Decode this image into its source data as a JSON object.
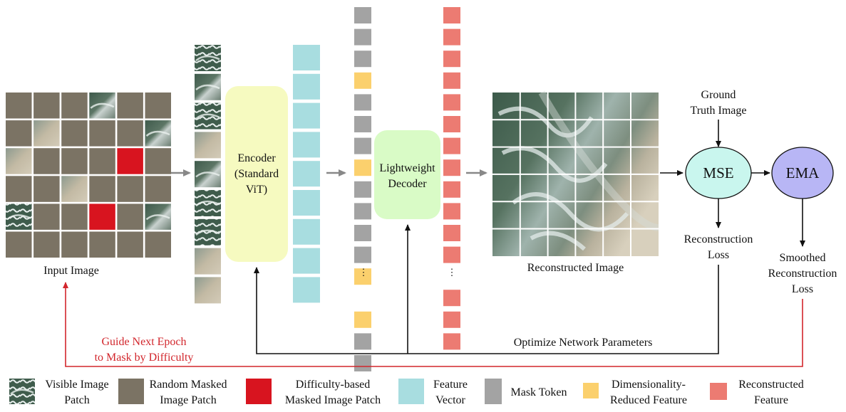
{
  "labels": {
    "input_image": "Input Image",
    "encoder": [
      "Encoder",
      "(Standard",
      "ViT)"
    ],
    "decoder": [
      "Lightweight",
      "Decoder"
    ],
    "reconstructed_image": "Reconstructed Image",
    "ground_truth": [
      "Ground",
      "Truth Image"
    ],
    "mse": "MSE",
    "ema": "EMA",
    "reconstruction_loss": [
      "Reconstruction",
      "Loss"
    ],
    "smoothed_loss": [
      "Smoothed",
      "Reconstruction",
      "Loss"
    ],
    "optimize": "Optimize Network Parameters",
    "guide": [
      "Guide Next Epoch",
      "to Mask by Difficulty"
    ],
    "ellipsis": "⋮"
  },
  "legend": [
    {
      "key": "visible",
      "text": [
        "Visible Image",
        "Patch"
      ]
    },
    {
      "key": "random",
      "text": [
        "Random Masked",
        "Image Patch"
      ]
    },
    {
      "key": "difficulty",
      "text": [
        "Difficulty-based",
        "Masked Image Patch"
      ]
    },
    {
      "key": "feature",
      "text": [
        "Feature",
        "Vector"
      ]
    },
    {
      "key": "mask",
      "text": [
        "Mask Token"
      ]
    },
    {
      "key": "reduced",
      "text": [
        "Dimensionality-",
        "Reduced Feature"
      ]
    },
    {
      "key": "recon",
      "text": [
        "Reconstructed",
        "Feature"
      ]
    }
  ],
  "colors": {
    "random_patch": "#7b7364",
    "difficulty_patch": "#d8141f",
    "feature": "#a8dde0",
    "mask": "#a3a3a3",
    "reduced": "#fbd06d",
    "recon": "#ec7b72",
    "encoder_fill": "#f6fac0",
    "decoder_fill": "#d9fbc6",
    "mse_fill": "#c9f6ee",
    "ema_fill": "#b8b6f5",
    "feedback_red": "#d2262c"
  },
  "input_grid": [
    [
      "R",
      "R",
      "R",
      "V",
      "R",
      "R"
    ],
    [
      "R",
      "V",
      "R",
      "R",
      "R",
      "V"
    ],
    [
      "V",
      "R",
      "R",
      "R",
      "D",
      "R"
    ],
    [
      "R",
      "R",
      "V",
      "R",
      "R",
      "R"
    ],
    [
      "V",
      "R",
      "R",
      "D",
      "R",
      "V"
    ],
    [
      "R",
      "R",
      "R",
      "R",
      "R",
      "R"
    ]
  ],
  "decoder_input_tokens": [
    "M",
    "M",
    "M",
    "Y",
    "M",
    "M",
    "M",
    "Y",
    "M",
    "M",
    "M",
    "M",
    "Y",
    "E",
    "Y",
    "M",
    "M"
  ]
}
